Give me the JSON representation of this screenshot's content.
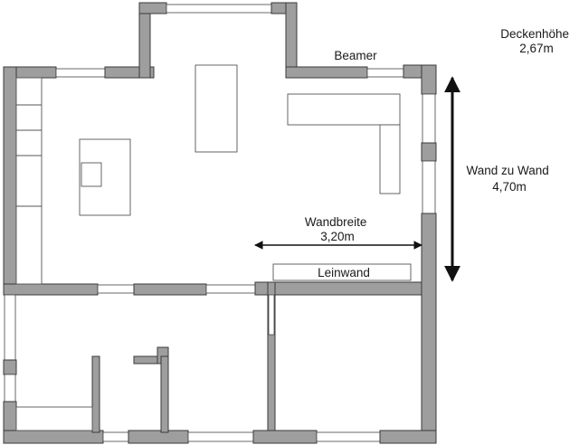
{
  "labels": {
    "ceiling_height": [
      "Deckenhöhe",
      "2,67m"
    ],
    "projector": "Beamer",
    "wall_to_wall": [
      "Wand zu Wand",
      "4,70m"
    ],
    "wall_width": [
      "Wandbreite",
      "3,20m"
    ],
    "screen": "Leinwand"
  },
  "colors": {
    "wall_fill": "#9e9e9e",
    "outline": "#3a3a3a",
    "arrow": "#111111"
  }
}
